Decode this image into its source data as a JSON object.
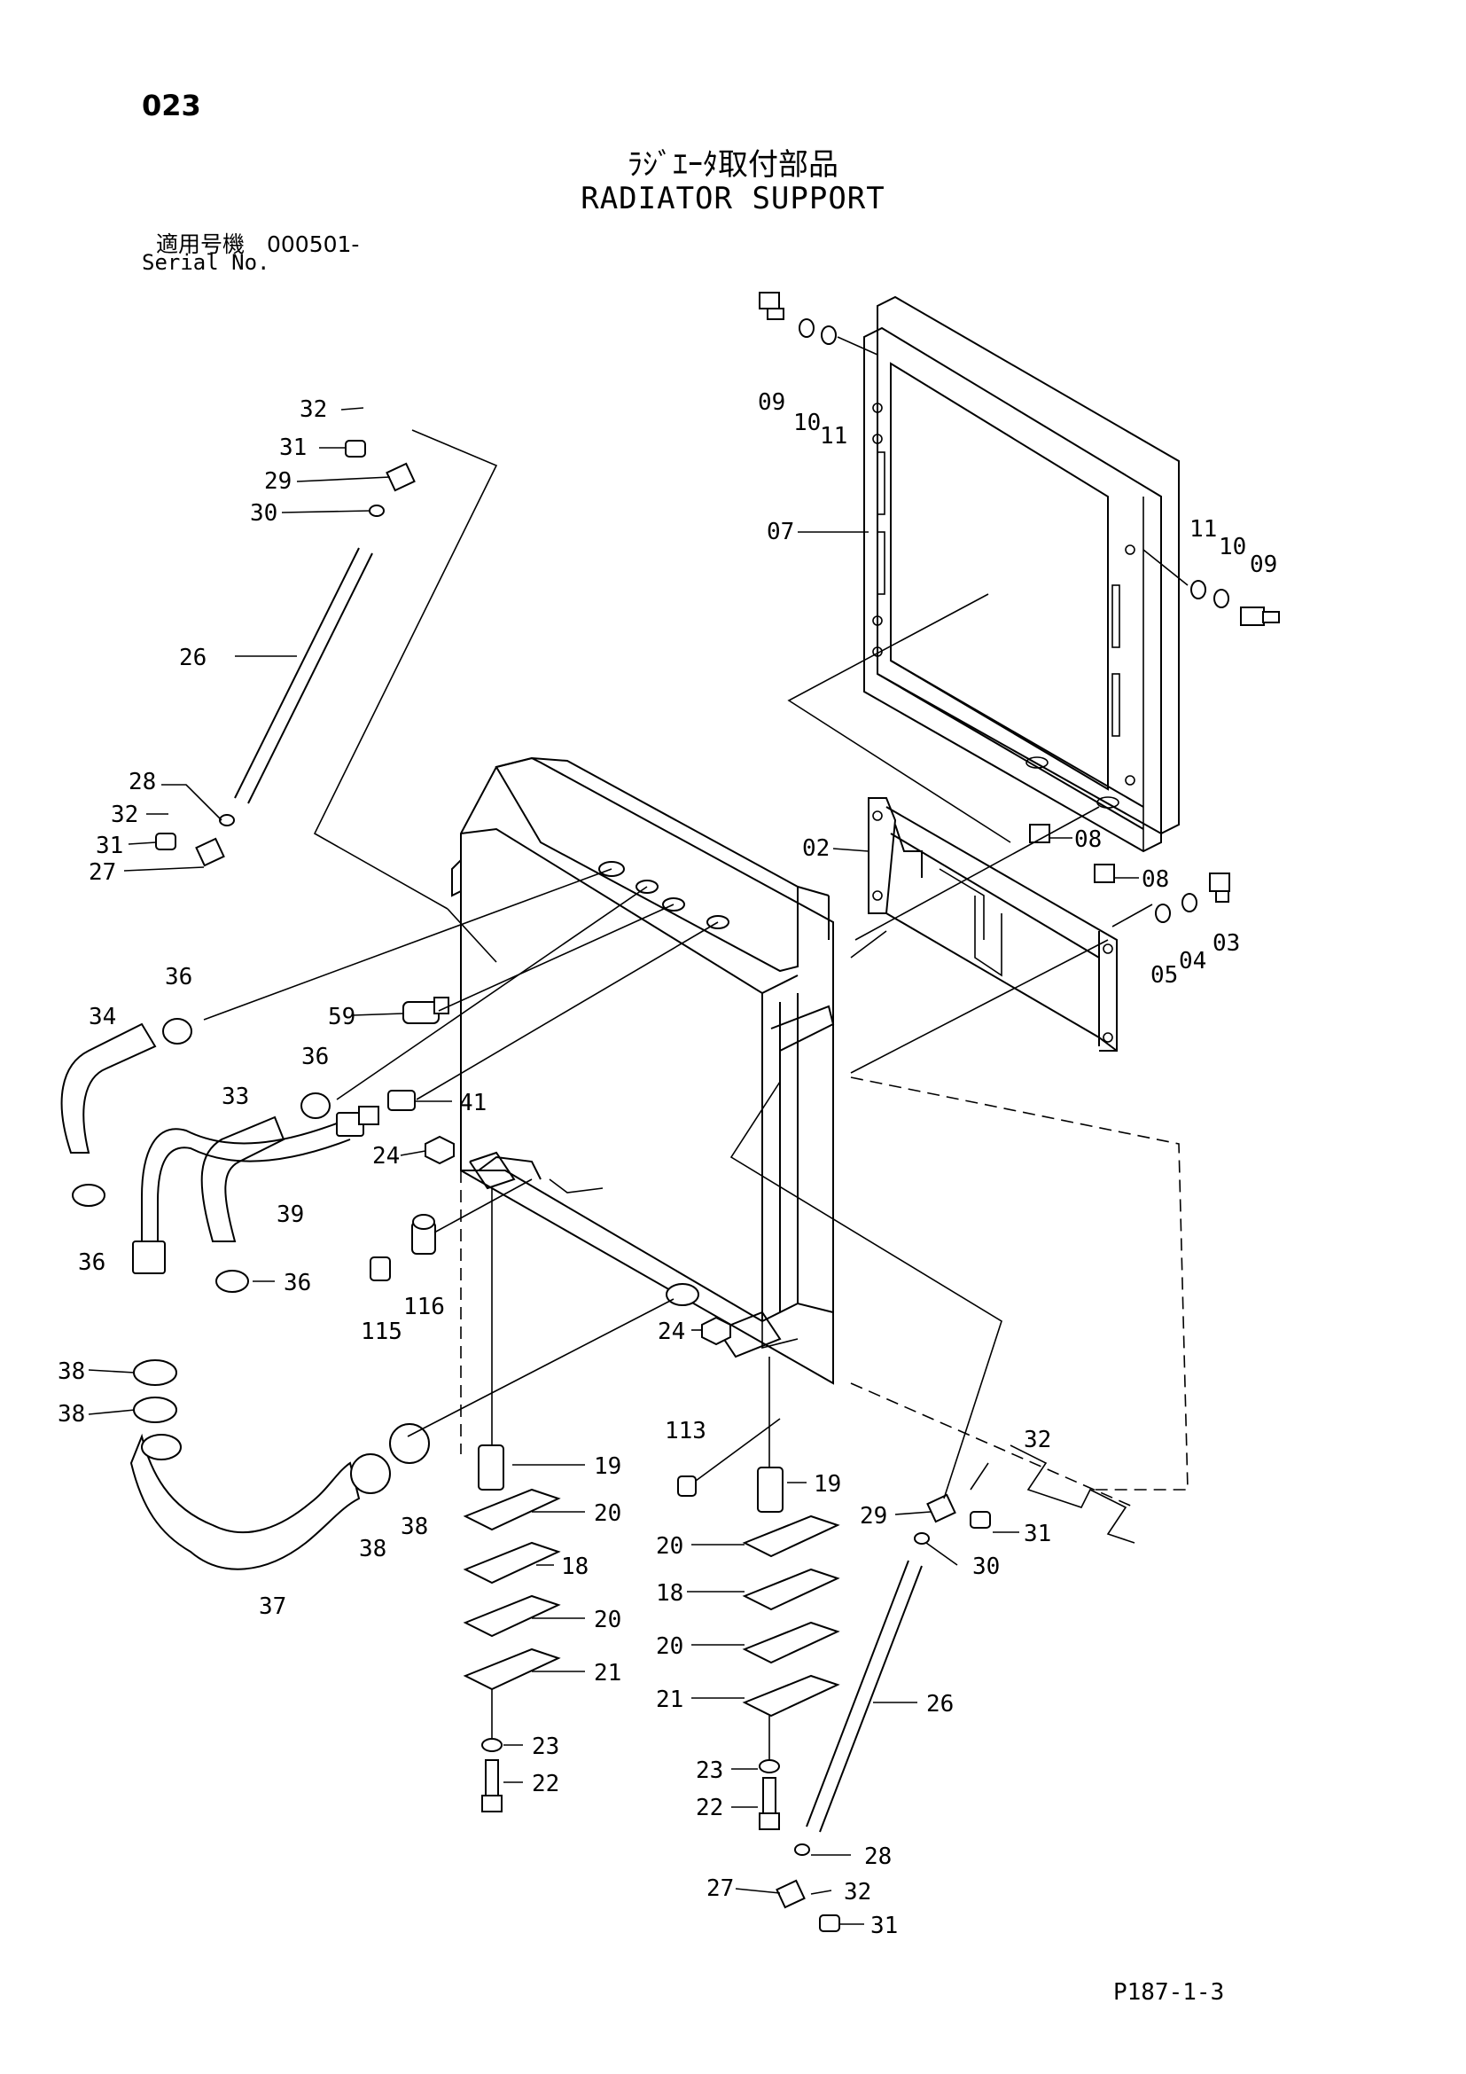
{
  "header": {
    "page_number": "023",
    "title_jp": "ﾗｼﾞｴｰﾀ取付部品",
    "title_en": "RADIATOR SUPPORT",
    "serial_jp": "適用号機　000501-",
    "serial_en": "Serial No."
  },
  "footer": {
    "doc_code": "P187-1-3"
  },
  "callouts": [
    "32",
    "31",
    "29",
    "30",
    "26",
    "28",
    "32",
    "31",
    "27",
    "09",
    "10",
    "11",
    "07",
    "11",
    "10",
    "09",
    "02",
    "08",
    "08",
    "03",
    "05",
    "04",
    "34",
    "36",
    "59",
    "36",
    "33",
    "41",
    "24",
    "39",
    "36",
    "36",
    "115",
    "116",
    "24",
    "38",
    "38",
    "38",
    "38",
    "37",
    "19",
    "20",
    "18",
    "20",
    "21",
    "23",
    "22",
    "113",
    "19",
    "20",
    "18",
    "20",
    "21",
    "23",
    "22",
    "32",
    "29",
    "31",
    "30",
    "26",
    "28",
    "27",
    "32",
    "31"
  ]
}
